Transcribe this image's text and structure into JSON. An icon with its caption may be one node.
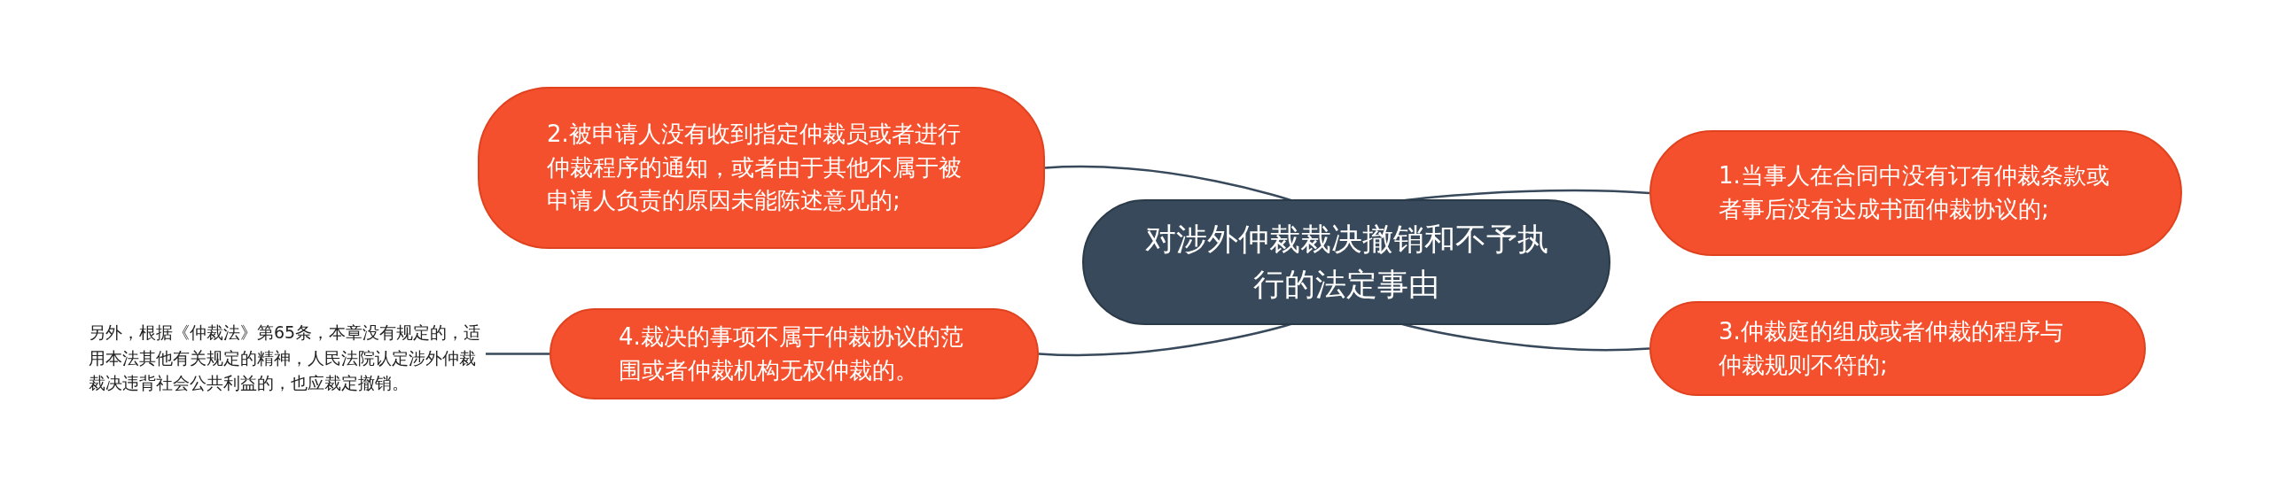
{
  "diagram": {
    "nodes": [
      {
        "text": [
          "对涉外仲裁裁决撤销和不予执行的法定事由"
        ]
      },
      {
        "text": [
          "2.被申请人没有收到指定仲裁员或者进行仲裁程序的通知，或者由于其他不属于被申请人负责的原因未能陈述意见的;"
        ]
      },
      {
        "text": [
          "1.当事人在合同中没有订有仲裁条款或者事后没有达成书面仲裁协议的;"
        ]
      },
      {
        "text": [
          "4.裁决的事项不属于仲裁协议的范围或者仲裁机构无权仲裁的。"
        ]
      },
      {
        "text": [
          "3.仲裁庭的组成或者仲裁的程序与仲裁规则不符的;"
        ]
      },
      {
        "text": [
          "另外，根据《仲裁法》第65条，本章没有规定的，适用本法其他有关规定的精神，人民法院认定涉外仲裁裁决违背社会公共利益的，也应裁定撤销。"
        ]
      }
    ],
    "edges": [
      {
        "from": 0,
        "to": 1,
        "arrow": "none"
      },
      {
        "from": 0,
        "to": 2,
        "arrow": "none"
      },
      {
        "from": 0,
        "to": 3,
        "arrow": "none"
      },
      {
        "from": 0,
        "to": 4,
        "arrow": "none"
      },
      {
        "from": 3,
        "to": 5,
        "arrow": "none"
      }
    ]
  }
}
